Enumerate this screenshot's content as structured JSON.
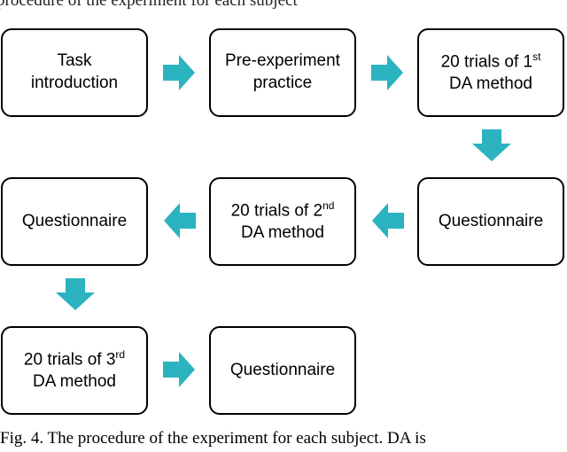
{
  "header_fragment": "procedure of the experiment for each subject",
  "boxes": {
    "b1": {
      "line1": "Task",
      "line2": "introduction"
    },
    "b2": {
      "line1": "Pre-experiment",
      "line2": "practice"
    },
    "b3": {
      "line1_pre": "20 trials of 1",
      "line1_sup": "st",
      "line2": "DA method"
    },
    "b4": {
      "line1": "Questionnaire"
    },
    "b5": {
      "line1_pre": "20 trials of 2",
      "line1_sup": "nd",
      "line2": "DA method"
    },
    "b6": {
      "line1": "Questionnaire"
    },
    "b7": {
      "line1_pre": "20 trials of 3",
      "line1_sup": "rd",
      "line2": "DA method"
    },
    "b8": {
      "line1": "Questionnaire"
    }
  },
  "caption": "Fig. 4. The procedure of the experiment for each subject. DA is",
  "colors": {
    "arrow": "#2bb3c0",
    "border": "#000000"
  }
}
